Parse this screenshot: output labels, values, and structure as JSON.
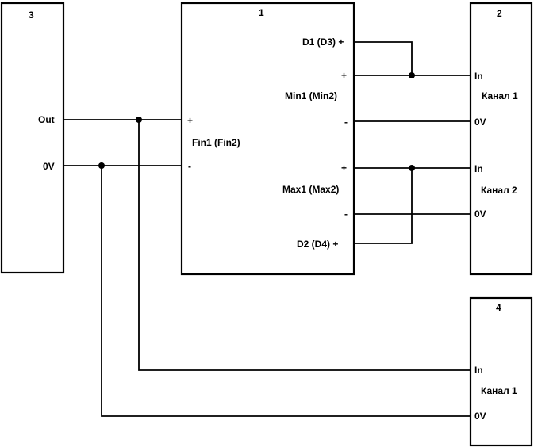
{
  "blocks": {
    "b3": {
      "number": "3",
      "out": "Out",
      "zero": "0V"
    },
    "b1": {
      "number": "1",
      "d1": "D1 (D3) +",
      "min_plus": "+",
      "min_label": "Min1 (Min2)",
      "min_minus": "-",
      "fin_plus": "+",
      "fin_label": "Fin1 (Fin2)",
      "fin_minus": "-",
      "max_plus": "+",
      "max_label": "Max1 (Max2)",
      "max_minus": "-",
      "d2": "D2 (D4) +"
    },
    "b2": {
      "number": "2",
      "in1": "In",
      "ch1": "Канал 1",
      "zero1": "0V",
      "in2": "In",
      "ch2": "Канал 2",
      "zero2": "0V"
    },
    "b4": {
      "number": "4",
      "in": "In",
      "ch": "Канал 1",
      "zero": "0V"
    }
  }
}
